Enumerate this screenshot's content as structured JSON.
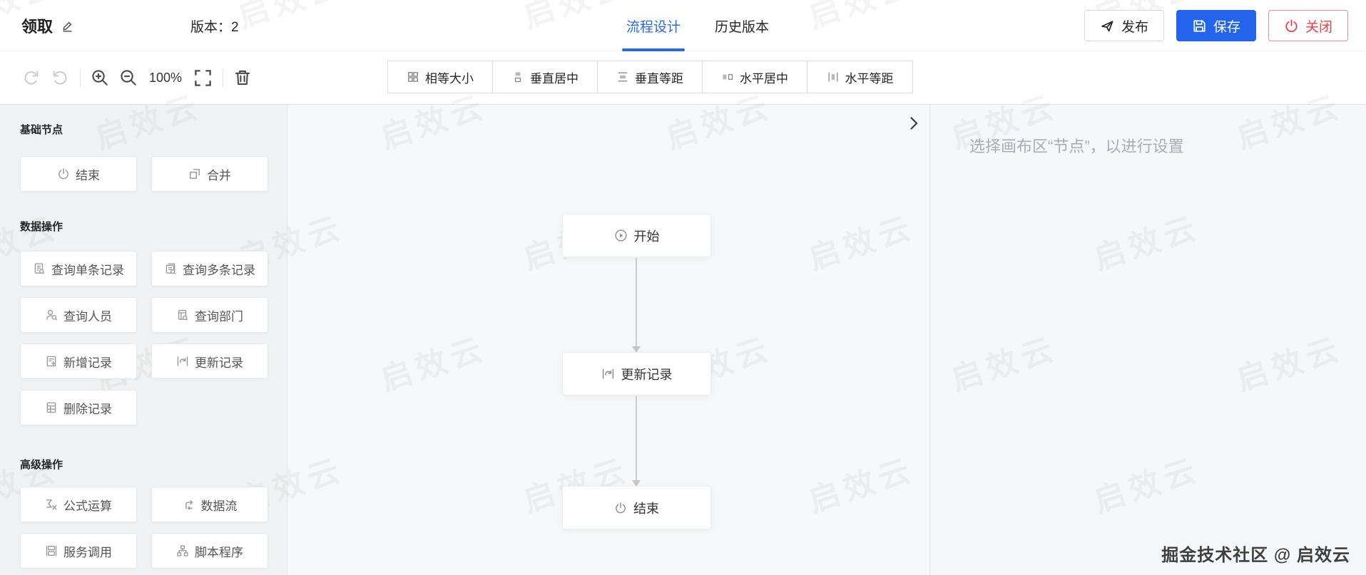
{
  "header": {
    "title": "领取",
    "version_label": "版本：2",
    "tabs": [
      {
        "label": "流程设计",
        "active": true
      },
      {
        "label": "历史版本",
        "active": false
      }
    ],
    "actions": {
      "publish": "发布",
      "save": "保存",
      "close": "关闭"
    }
  },
  "toolbar": {
    "zoom_level": "100%",
    "icons": [
      "undo-icon",
      "redo-icon",
      "zoom-in-icon",
      "zoom-out-icon",
      "fit-screen-icon",
      "trash-icon"
    ],
    "align_buttons": [
      {
        "label": "相等大小",
        "icon": "equal-size-icon"
      },
      {
        "label": "垂直居中",
        "icon": "vertical-center-icon"
      },
      {
        "label": "垂直等距",
        "icon": "vertical-spacing-icon"
      },
      {
        "label": "水平居中",
        "icon": "horizontal-center-icon"
      },
      {
        "label": "水平等距",
        "icon": "horizontal-spacing-icon"
      }
    ]
  },
  "sidebar": {
    "sections": [
      {
        "title": "基础节点",
        "items": [
          {
            "label": "结束",
            "icon": "power-icon"
          },
          {
            "label": "合并",
            "icon": "merge-icon"
          }
        ]
      },
      {
        "title": "数据操作",
        "items": [
          {
            "label": "查询单条记录",
            "icon": "doc-search-icon"
          },
          {
            "label": "查询多条记录",
            "icon": "docs-search-icon"
          },
          {
            "label": "查询人员",
            "icon": "person-search-icon"
          },
          {
            "label": "查询部门",
            "icon": "department-search-icon"
          },
          {
            "label": "新增记录",
            "icon": "add-record-icon"
          },
          {
            "label": "更新记录",
            "icon": "update-record-icon"
          },
          {
            "label": "删除记录",
            "icon": "delete-record-icon"
          }
        ]
      },
      {
        "title": "高级操作",
        "items": [
          {
            "label": "公式运算",
            "icon": "formula-icon"
          },
          {
            "label": "数据流",
            "icon": "dataflow-icon"
          },
          {
            "label": "服务调用",
            "icon": "service-call-icon"
          },
          {
            "label": "脚本程序",
            "icon": "script-icon"
          }
        ]
      }
    ]
  },
  "canvas": {
    "nodes": [
      {
        "label": "开始",
        "icon": "play-circle-icon"
      },
      {
        "label": "更新记录",
        "icon": "update-record-icon"
      },
      {
        "label": "结束",
        "icon": "power-icon"
      }
    ]
  },
  "inspector": {
    "placeholder": "选择画布区“节点”，以进行设置"
  },
  "watermark": {
    "text": "启效云",
    "credit": "掘金技术社区 @ 启效云"
  },
  "colors": {
    "accent_blue": "#2b6bd8",
    "save_button_bg": "#2463eb",
    "close_danger": "#e8414b",
    "sidebar_bg": "#f1f2f3",
    "canvas_bg": "#f7f8f9",
    "edge_gray": "#cccccc"
  }
}
